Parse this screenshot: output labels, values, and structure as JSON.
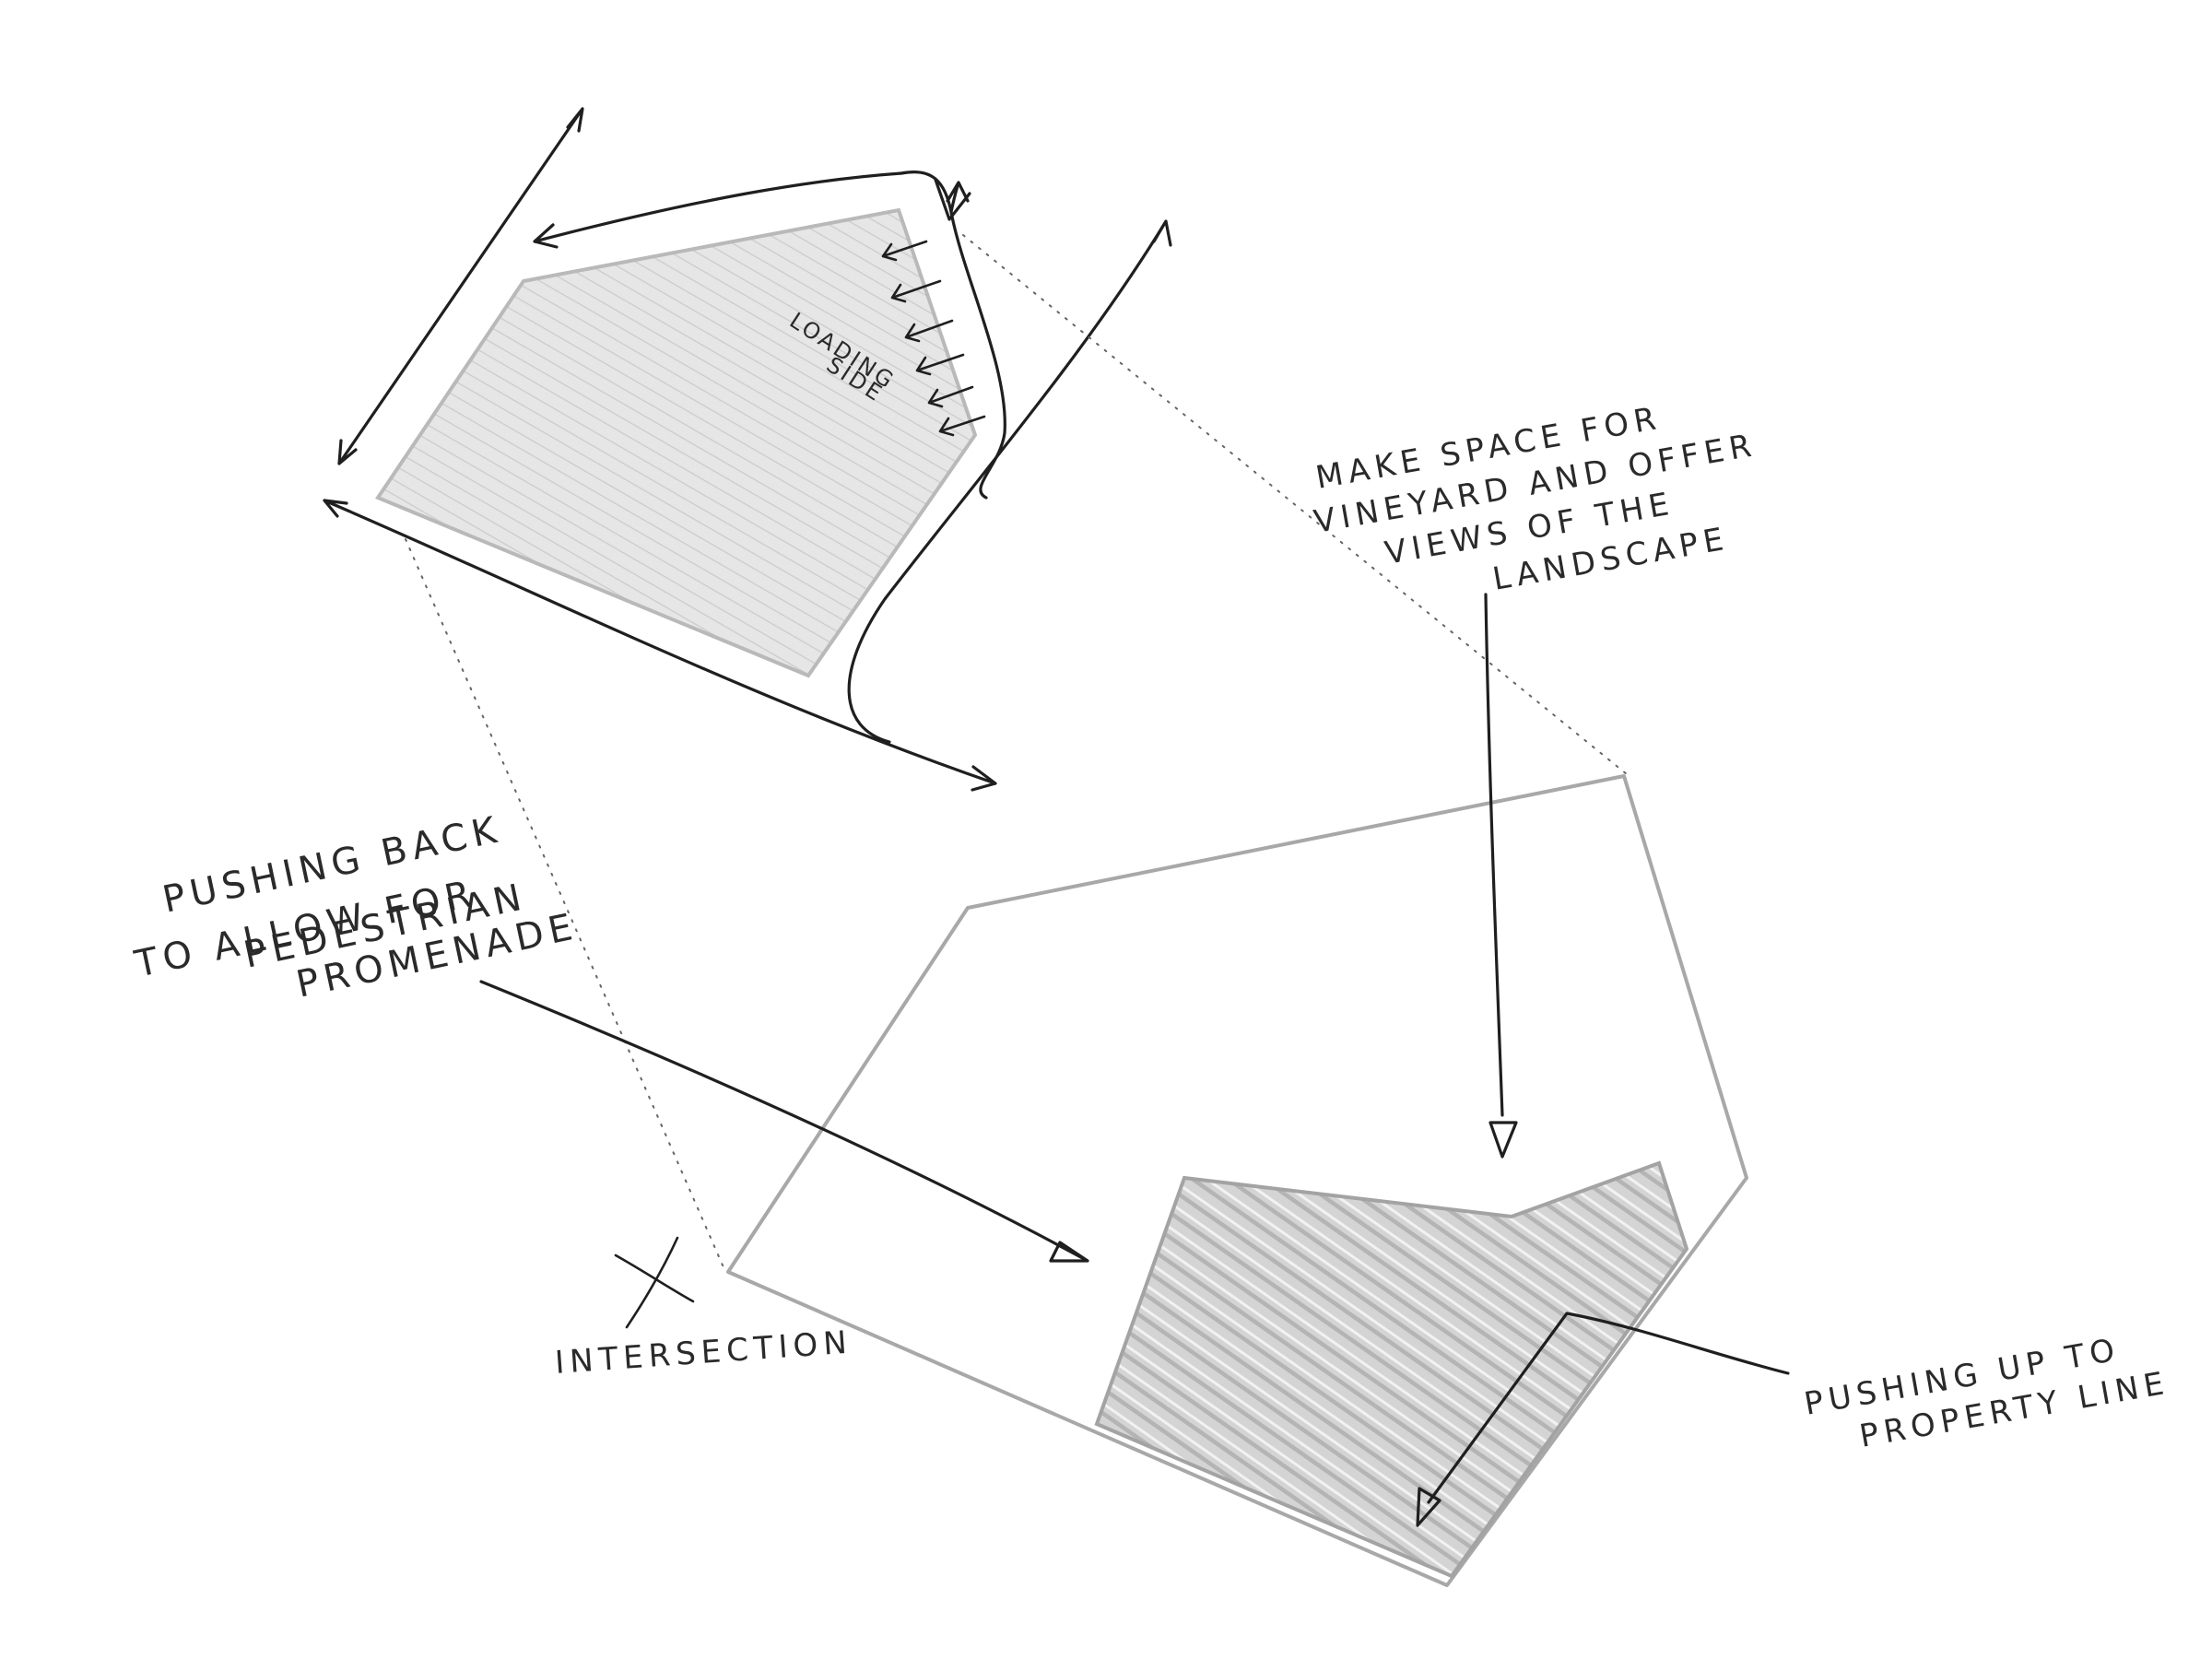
{
  "labels": {
    "loading_side": [
      "LOADING",
      "SIDE"
    ],
    "vineyard": [
      "MAKE SPACE FOR",
      "VINEYARD AND OFFER",
      "VIEWS OF THE",
      "LANDSCAPE"
    ],
    "promenade": [
      "PUSHING BACK",
      "TO ALLOW FOR",
      "PEDESTRIAN",
      "PROMENADE"
    ],
    "intersection": "INTERSECTION",
    "property_line": [
      "PUSHING UP TO",
      "PROPERTY LINE"
    ]
  },
  "colors": {
    "ink": "#1f1f1f",
    "site_outline": "#a8a8a8",
    "hatch": "#c7c7c7",
    "small_fill": "#e2e2e2"
  }
}
